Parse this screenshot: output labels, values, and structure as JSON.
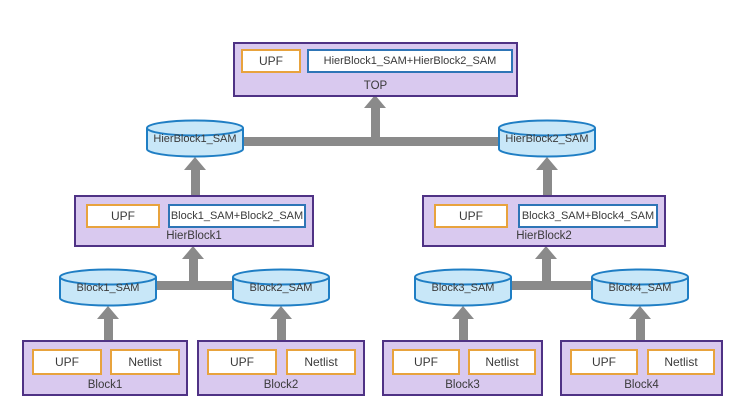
{
  "colors": {
    "box-fill": "#d9c9ef",
    "box-border": "#4f3285",
    "cyl-fill": "#c8e7f8",
    "cyl-stroke": "#1f7ec4",
    "upf-border": "#e8a33d",
    "sam-border": "#2e75b6",
    "connector": "#8a8a8a",
    "text": "#3a3a3a"
  },
  "top_block": {
    "upf": "UPF",
    "sam_file": "HierBlock1_SAM+HierBlock2_SAM",
    "label": "TOP"
  },
  "hier_sam_dbs": [
    {
      "label": "HierBlock1_SAM"
    },
    {
      "label": "HierBlock2_SAM"
    }
  ],
  "hier_blocks": [
    {
      "upf": "UPF",
      "sam_file": "Block1_SAM+Block2_SAM",
      "label": "HierBlock1"
    },
    {
      "upf": "UPF",
      "sam_file": "Block3_SAM+Block4_SAM",
      "label": "HierBlock2"
    }
  ],
  "block_sam_dbs": [
    {
      "label": "Block1_SAM"
    },
    {
      "label": "Block2_SAM"
    },
    {
      "label": "Block3_SAM"
    },
    {
      "label": "Block4_SAM"
    }
  ],
  "leaf_blocks": [
    {
      "upf": "UPF",
      "netlist": "Netlist",
      "label": "Block1"
    },
    {
      "upf": "UPF",
      "netlist": "Netlist",
      "label": "Block2"
    },
    {
      "upf": "UPF",
      "netlist": "Netlist",
      "label": "Block3"
    },
    {
      "upf": "UPF",
      "netlist": "Netlist",
      "label": "Block4"
    }
  ]
}
